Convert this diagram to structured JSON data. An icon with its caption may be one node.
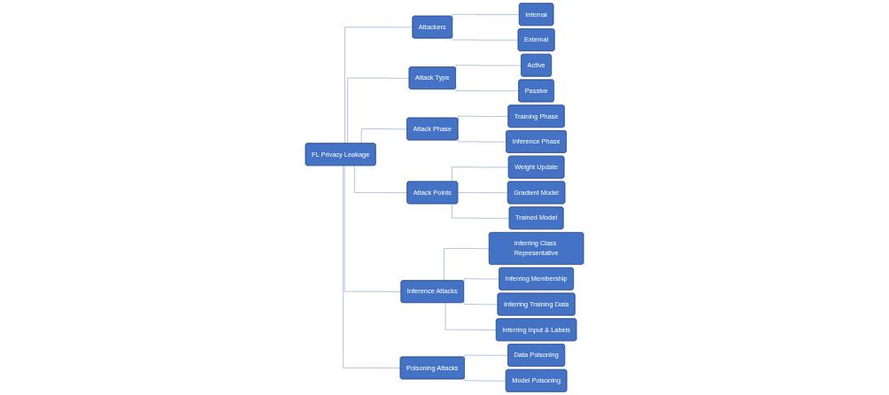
{
  "diagram": {
    "nodes": [
      {
        "text": [
          "FL Privacy Leakage"
        ]
      },
      {
        "text": [
          "Attackers"
        ]
      },
      {
        "text": [
          "Internal"
        ]
      },
      {
        "text": [
          "External"
        ]
      },
      {
        "text": [
          "Attack Type"
        ]
      },
      {
        "text": [
          "Active"
        ]
      },
      {
        "text": [
          "Passive"
        ]
      },
      {
        "text": [
          "Attack Phase"
        ]
      },
      {
        "text": [
          "Training Phase"
        ]
      },
      {
        "text": [
          "Inference Phase"
        ]
      },
      {
        "text": [
          "Attack Points"
        ]
      },
      {
        "text": [
          "Weight Update"
        ]
      },
      {
        "text": [
          "Gradient Model"
        ]
      },
      {
        "text": [
          "Trained Model"
        ]
      },
      {
        "text": [
          "Inference Attacks"
        ]
      },
      {
        "text": [
          "Inferring Class Representative"
        ]
      },
      {
        "text": [
          "Inferring Membership"
        ]
      },
      {
        "text": [
          "Inferring Training Data"
        ]
      },
      {
        "text": [
          "Inferring Input & Labels"
        ]
      },
      {
        "text": [
          "Poisoning Attacks"
        ]
      },
      {
        "text": [
          "Data Poisoning"
        ]
      },
      {
        "text": [
          "Model Poisoning"
        ]
      }
    ],
    "edges": [
      {
        "from": 0,
        "to": 1,
        "arrow": "none"
      },
      {
        "from": 1,
        "to": 2,
        "arrow": "none"
      },
      {
        "from": 1,
        "to": 3,
        "arrow": "none"
      },
      {
        "from": 0,
        "to": 4,
        "arrow": "none"
      },
      {
        "from": 4,
        "to": 5,
        "arrow": "none"
      },
      {
        "from": 4,
        "to": 6,
        "arrow": "none"
      },
      {
        "from": 0,
        "to": 7,
        "arrow": "none"
      },
      {
        "from": 7,
        "to": 8,
        "arrow": "none"
      },
      {
        "from": 7,
        "to": 9,
        "arrow": "none"
      },
      {
        "from": 0,
        "to": 10,
        "arrow": "none"
      },
      {
        "from": 10,
        "to": 11,
        "arrow": "none"
      },
      {
        "from": 10,
        "to": 12,
        "arrow": "none"
      },
      {
        "from": 10,
        "to": 13,
        "arrow": "none"
      },
      {
        "from": 0,
        "to": 14,
        "arrow": "none"
      },
      {
        "from": 14,
        "to": 15,
        "arrow": "none"
      },
      {
        "from": 14,
        "to": 16,
        "arrow": "none"
      },
      {
        "from": 14,
        "to": 17,
        "arrow": "none"
      },
      {
        "from": 14,
        "to": 18,
        "arrow": "none"
      },
      {
        "from": 0,
        "to": 19,
        "arrow": "none"
      },
      {
        "from": 19,
        "to": 20,
        "arrow": "none"
      },
      {
        "from": 19,
        "to": 21,
        "arrow": "none"
      }
    ]
  }
}
